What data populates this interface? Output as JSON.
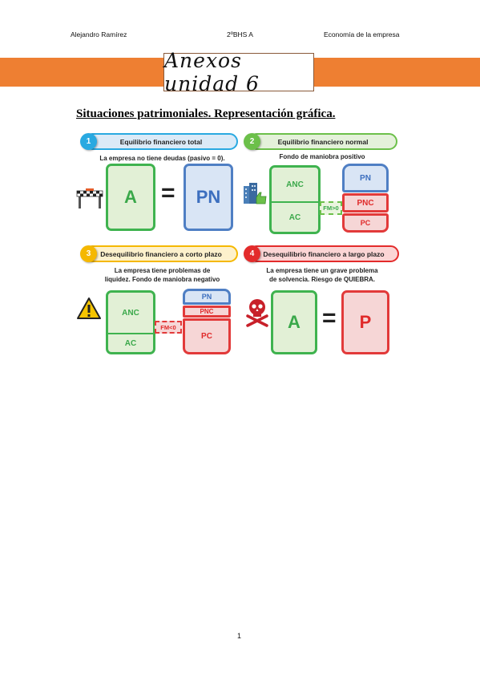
{
  "header": {
    "author": "Alejandro Ramírez",
    "group": "2ºBHS A",
    "subject": "Economía de la empresa"
  },
  "banner": {
    "title": "Anexos unidad 6"
  },
  "section_title": "Situaciones patrimoniales. Representación gráfica.",
  "panels": [
    {
      "number": "1",
      "title": "Equilibrio financiero total",
      "description": "La empresa no tiene deudas (pasivo = 0).",
      "left_box": "A",
      "operator": "=",
      "right_box": "PN",
      "icon": "finish-line-icon",
      "color": "#29a9e1"
    },
    {
      "number": "2",
      "title": "Equilibrio financiero normal",
      "description": "Fondo de maniobra positivo",
      "anc": "ANC",
      "ac": "AC",
      "pn": "PN",
      "pnc": "PNC",
      "pc": "PC",
      "fm": "FM>0",
      "icon": "thumbs-up-building-icon",
      "color": "#6cc04a"
    },
    {
      "number": "3",
      "title": "Desequilibrio financiero a corto plazo",
      "description_lines": [
        "La empresa tiene problemas de",
        "liquidez. Fondo de maniobra negativo"
      ],
      "anc": "ANC",
      "ac": "AC",
      "pn": "PN",
      "pnc": "PNC",
      "pc": "PC",
      "fm": "FM<0",
      "icon": "warning-icon",
      "color": "#f5b800"
    },
    {
      "number": "4",
      "title": "Desequilibrio financiero a largo plazo",
      "description_lines": [
        "La empresa tiene un grave problema",
        "de solvencia. Riesgo de QUIEBRA."
      ],
      "left_box": "A",
      "operator": "=",
      "right_box": "P",
      "icon": "skull-crossbones-icon",
      "color": "#e32b2b"
    }
  ],
  "footer": {
    "page_number": "1"
  }
}
